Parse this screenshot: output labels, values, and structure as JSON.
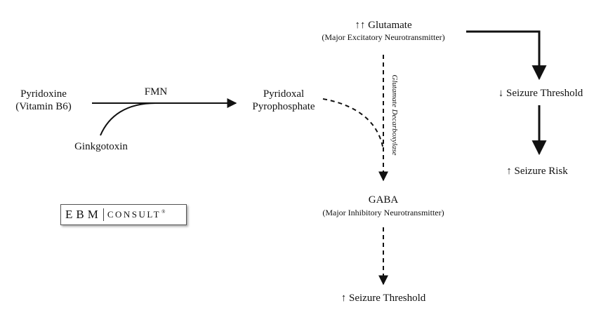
{
  "pyridoxine": {
    "line1": "Pyridoxine",
    "line2": "(Vitamin B6)"
  },
  "fmn": "FMN",
  "ginkgotoxin": "Ginkgotoxin",
  "plp": {
    "line1": "Pyridoxal",
    "line2": "Pyrophosphate"
  },
  "glutamate": {
    "name": "↑↑ Glutamate",
    "sub": "(Major Excitatory Neurotransmitter)"
  },
  "enzyme": "Glutamate Decarboxylase",
  "gaba": {
    "name": "GABA",
    "sub": "(Major Inhibitory Neurotransmitter)"
  },
  "up_threshold": "↑ Seizure Threshold",
  "down_threshold": "↓ Seizure Threshold",
  "seizure_risk": "↑ Seizure Risk",
  "logo": {
    "ebm": "EBM",
    "consult": "CONSULT",
    "reg": "®"
  },
  "colors": {
    "ink": "#111111",
    "background": "#ffffff"
  }
}
